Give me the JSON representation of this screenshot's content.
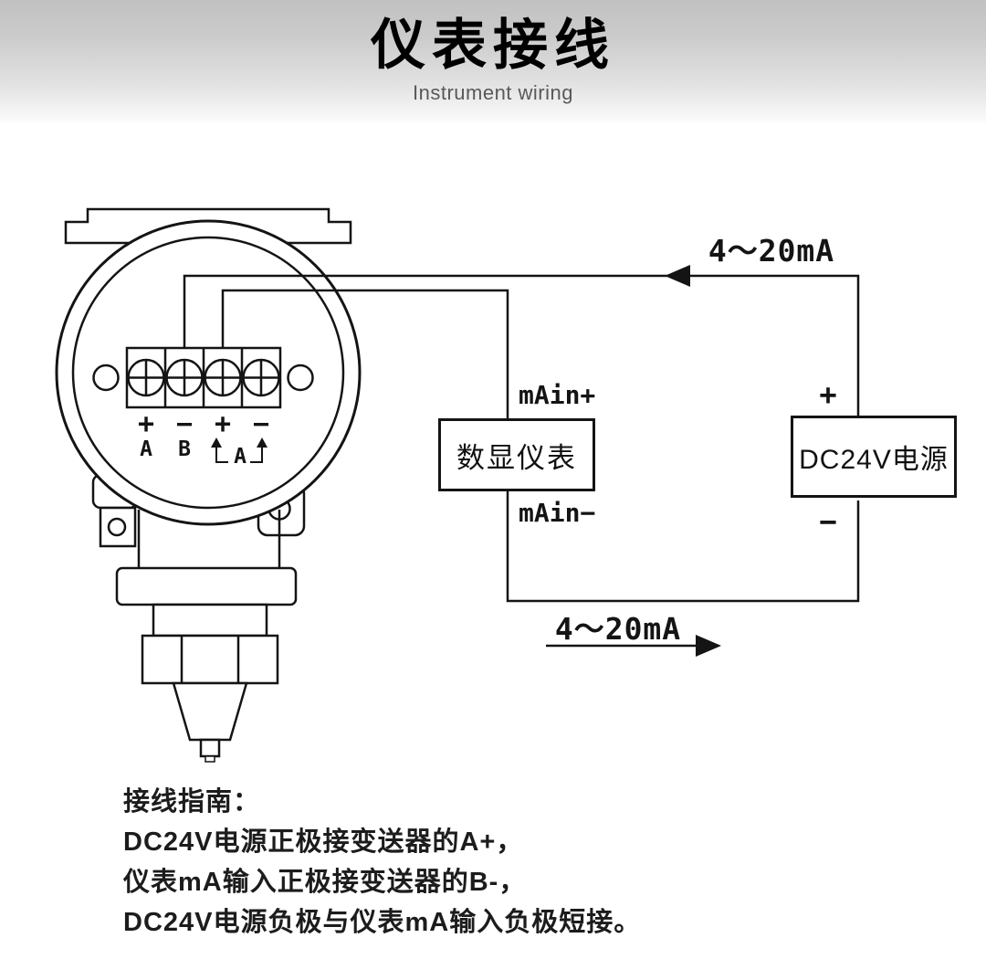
{
  "header": {
    "title": "仪表接线",
    "subtitle": "Instrument wiring"
  },
  "loop": {
    "top_current": "4～20mA",
    "bottom_current": "4～20mA",
    "meter_label": "数显仪表",
    "power_label": "DC24V电源",
    "meter_plus": "mAin+",
    "meter_minus": "mAin−",
    "power_plus": "+",
    "power_minus": "−"
  },
  "transmitter": {
    "signs": [
      "+",
      "−",
      "+",
      "−"
    ],
    "names": [
      "A",
      "B"
    ],
    "bracket_label": "A"
  },
  "guide": {
    "title": "接线指南：",
    "lines": [
      "DC24V电源正极接变送器的A+，",
      "仪表mA输入正极接变送器的B-，",
      "DC24V电源负极与仪表mA输入负极短接。"
    ]
  },
  "colors": {
    "ink": "#141414",
    "header_gray_top": "#c1c1c1",
    "header_gray_bottom": "#fbfbfb"
  }
}
